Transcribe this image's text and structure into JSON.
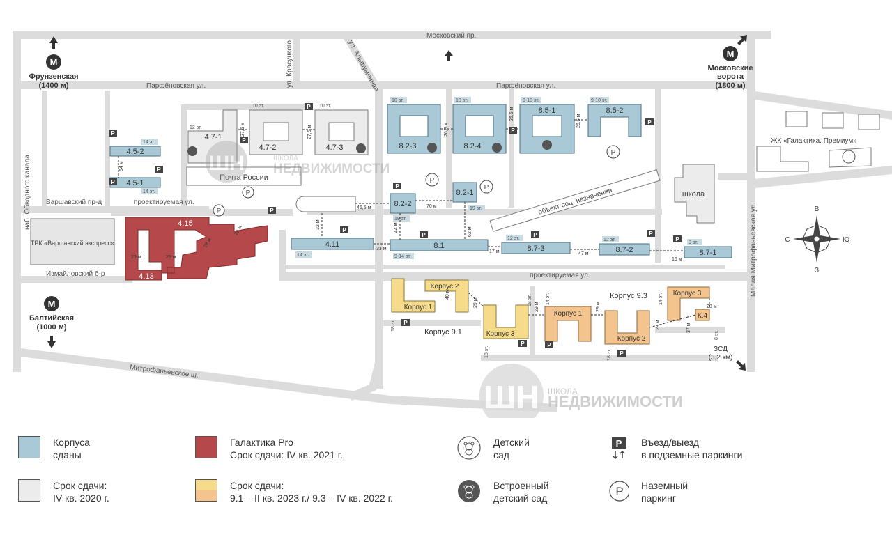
{
  "colors": {
    "delivered": "#a9c9d6",
    "delivered_stroke": "#4a6f80",
    "term2020": "#ececec",
    "term2020_stroke": "#7a7a7a",
    "galaktika": "#b5484a",
    "galaktika_stroke": "#7e2b2c",
    "yellow": "#f6dc8a",
    "orange": "#f3c48e",
    "road": "#d9d9d9",
    "label_box": "#c9dbe3"
  },
  "streets": {
    "moskovsky": "Московский пр.",
    "partenovskaya_left": "Парфёновская ул.",
    "partenovskaya_right": "Парфёновская ул.",
    "krasutskogo": "ул. Красуцкого",
    "alfumennaya": "ул. Альфуменная",
    "obvodny": "наб. Обводного канала",
    "varshavsky": "Варшавский пр-д",
    "proekt1": "проектируемая ул.",
    "proekt2": "проектируемая ул.",
    "izmailovsky": "Измайловский б-р",
    "mitrofanievskoe": "Митрофаньевское ш.",
    "malaya_mitrofanievskaya": "Малая Митрофаньевская ул."
  },
  "metro": {
    "frunzenskaya": {
      "name": "Фрунзенская",
      "dist": "(1400 м)"
    },
    "moskovskie": {
      "name1": "Московские",
      "name2": "ворота",
      "dist": "(1800 м)"
    },
    "baltiyskaya": {
      "name": "Балтийская",
      "dist": "(1000 м)"
    }
  },
  "places": {
    "trk": "ТРК «Варшавский экспресс»",
    "pochta": "Почта России",
    "shkola": "школа",
    "soc_obj": "объект соц. назначения",
    "zhk": "ЖК «Галактика. Премиум»",
    "zsd": "ЗСД",
    "zsd_dist": "(3,2 км)"
  },
  "buildings": {
    "b452": "4.5-2",
    "b451": "4.5-1",
    "b471": "4.7-1",
    "b472": "4.7-2",
    "b473": "4.7-3",
    "b823": "8.2-3",
    "b824": "8.2-4",
    "b851": "8.5-1",
    "b852": "8.5-2",
    "b822": "8.2-2",
    "b821": "8.2-1",
    "b411": "4.11",
    "b81": "8.1",
    "b873": "8.7-3",
    "b872": "8.7-2",
    "b871": "8.7-1",
    "b415": "4.15",
    "b413": "4.13",
    "k91_1": "Корпус 1",
    "k91_2": "Корпус 2",
    "k91_3": "Корпус 3",
    "k93_1": "Корпус 1",
    "k93_2": "Корпус 2",
    "k93_3": "Корпус 3",
    "k93_4": "К.4",
    "korpus91": "Корпус 9.1",
    "korpus93": "Корпус 9.3"
  },
  "floors": {
    "f14a": "14 эт.",
    "f14b": "14 эт.",
    "f12": "12 эт.",
    "f10a": "10 эт.",
    "f10b": "10 эт.",
    "f10c": "10 эт.",
    "f10d": "10 эт.",
    "f910a": "9-10 эт.",
    "f910b": "9-10 эт.",
    "f19a": "19 эт.",
    "f19b": "19 эт.",
    "f14c": "14 эт.",
    "f914": "9-14 эт.",
    "f12b": "12 эт.",
    "f12c": "12 эт.",
    "f9": "9 эт.",
    "f18a": "18 эт.",
    "f18b": "18 эт.",
    "f18c": "18 эт.",
    "f18d": "18 эт.",
    "f14d": "14 эт.",
    "f14e": "14 эт.",
    "f8": "8 эт."
  },
  "distances": {
    "d54": "54 м",
    "d275": "27,5 м",
    "d275b": "27,5 м",
    "d265a": "26,5 м",
    "d265b": "26,5 м",
    "d265c": "26,5 м",
    "d465": "46,5 м",
    "d70": "70 м",
    "d32": "32 м",
    "d44": "44 м",
    "d62": "62 м",
    "d33": "33 м",
    "d17": "17 м",
    "d47": "47 м",
    "d16": "16 м",
    "d25a": "25 м",
    "d25b": "25 м",
    "d28a": "28 м",
    "d28b": "28 м",
    "d40": "40 м",
    "d29a": "29 м",
    "d29b": "29 м",
    "d29c": "29 м",
    "d29d": "29 м",
    "d28c": "28 м",
    "d37": "37 м"
  },
  "watermark": {
    "line1": "ШКОЛА",
    "line2": "НЕДВИЖИМОСТИ",
    "mark": "ШН"
  },
  "compass": {
    "n": "В",
    "s": "З",
    "w": "С",
    "e": "Ю"
  },
  "legend": {
    "delivered": [
      "Корпуса",
      "сданы"
    ],
    "term2020": [
      "Срок сдачи:",
      "IV кв. 2020 г."
    ],
    "galaktika": [
      "Галактика Pro",
      "Срок сдачи: IV кв. 2021 г."
    ],
    "term2023": [
      "Срок сдачи:",
      "9.1 – II кв. 2023 г./ 9.3 – IV кв. 2022 г."
    ],
    "kindergarten": [
      "Детский",
      "сад"
    ],
    "builtin_kindergarten": [
      "Встроенный",
      "детский сад"
    ],
    "underground_parking": [
      "Въезд/выезд",
      "в подземные паркинги"
    ],
    "ground_parking": [
      "Наземный",
      "паркинг"
    ],
    "parking_letter": "P"
  }
}
